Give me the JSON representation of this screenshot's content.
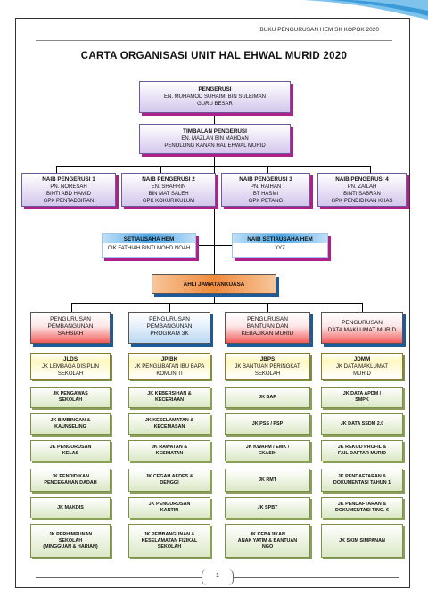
{
  "header": {
    "book_title": "BUKU PENGURUSAN HEM SK KOPOK 2020"
  },
  "title": "CARTA ORGANISASI UNIT HAL EHWAL MURID 2020",
  "pengerusi": {
    "title": "PENGERUSI",
    "name": "EN. MUHAMOD SUHAIMI BIN SULEIMAN",
    "role": "GURU BESAR"
  },
  "timbalan": {
    "title": "TIMBALAN PENGERUSI",
    "name": "EN. MAZLAN BIN MAHDAN",
    "role": "PENOLONG KANAN HAL EHWAL MURID"
  },
  "naib": [
    {
      "title": "NAIB PENGERUSI 1",
      "l1": "PN. NORESAH",
      "l2": "BINTI ABD HAMID",
      "l3": "GPK PENTADBIRAN"
    },
    {
      "title": "NAIB PENGERUSI 2",
      "l1": "EN. SHAHRIN",
      "l2": "BIN MAT SALEH",
      "l3": "GPK KOKURIKULUM"
    },
    {
      "title": "NAIB PENGERUSI 3",
      "l1": "PN. RAIHAN",
      "l2": "BT HASMI",
      "l3": "GPK PETANG"
    },
    {
      "title": "NAIB PENGERUSI 4",
      "l1": "PN. ZAILAH",
      "l2": "BINTI SABRAN",
      "l3": "GPK PENDIDIKAN KHAS"
    }
  ],
  "setiausaha": {
    "title": "SETIAUSAHA HEM",
    "name": "CIK FATHIAH BINTI MOHD NOAH"
  },
  "naib_setiausaha": {
    "title": "NAIB SETIAUSAHA HEM",
    "name": "XYZ"
  },
  "ajk": {
    "title": "AHLI JAWATANKUASA"
  },
  "categories": [
    {
      "l1": "PENGURUSAN",
      "l2": "PEMBANGUNAN",
      "l3": "SAHSIAH"
    },
    {
      "l1": "PENGURUSAN",
      "l2": "PEMBANGUNAN",
      "l3": "PROGRAM 3K"
    },
    {
      "l1": "PENGURUSAN",
      "l2": "BANTUAN DAN",
      "l3": "KEBAJIKAN MURID"
    },
    {
      "l1": "PENGURUSAN",
      "l2": "DATA MAKLUMAT MURID",
      "l3": ""
    }
  ],
  "committees": [
    {
      "code": "JLDS",
      "l1": "JK LEMBAGA DISIPLIN",
      "l2": "SEKOLAH"
    },
    {
      "code": "JPIBK",
      "l1": "JK PENGLIBATAN IBU BAPA",
      "l2": "KOMUNITI"
    },
    {
      "code": "JBPS",
      "l1": "JK BANTUAN PERINGKAT",
      "l2": "SEKOLAH"
    },
    {
      "code": "JDMM",
      "l1": "JK DATA MAKLUMAT",
      "l2": "MURID"
    }
  ],
  "columns": [
    [
      {
        "l1": "JK PENGAWAS",
        "l2": "SEKOLAH",
        "l3": ""
      },
      {
        "l1": "JK BIMBINGAN &",
        "l2": "KAUNSELING",
        "l3": ""
      },
      {
        "l1": "JK PENGURUSAN",
        "l2": "KELAS",
        "l3": ""
      },
      {
        "l1": "JK PENDIDIKAN",
        "l2": "PENCEGAHAN DADAH",
        "l3": ""
      },
      {
        "l1": "JK MAKDIS",
        "l2": "",
        "l3": ""
      },
      {
        "l1": "JK PERHIMPUNAN",
        "l2": "SEKOLAH",
        "l3": "(MINGGUAN & HARIAN)"
      }
    ],
    [
      {
        "l1": "JK KEBERSIHAN &",
        "l2": "KECERIAAN",
        "l3": ""
      },
      {
        "l1": "JK KESELAMATAN &",
        "l2": "KECEMASAN",
        "l3": ""
      },
      {
        "l1": "JK RAWATAN &",
        "l2": "KESIHATAN",
        "l3": ""
      },
      {
        "l1": "JK CEGAH AEDES &",
        "l2": "DENGGI",
        "l3": ""
      },
      {
        "l1": "JK PENGURUSAN",
        "l2": "KANTIN",
        "l3": ""
      },
      {
        "l1": "JK PEMBANGUNAN &",
        "l2": "KESELAMATAN FIZIKAL",
        "l3": "SEKOLAH"
      }
    ],
    [
      {
        "l1": "JK BAP",
        "l2": "",
        "l3": ""
      },
      {
        "l1": "JK PSS / PSP",
        "l2": "",
        "l3": ""
      },
      {
        "l1": "JK KWAPM / EMK /",
        "l2": "EKASIH",
        "l3": ""
      },
      {
        "l1": "JK RMT",
        "l2": "",
        "l3": ""
      },
      {
        "l1": "JK SPBT",
        "l2": "",
        "l3": ""
      },
      {
        "l1": "JK KEBAJIKAN",
        "l2": "ANAK YATIM & BANTUAN",
        "l3": "NGO"
      }
    ],
    [
      {
        "l1": "JK DATA APDM /",
        "l2": "SMPK",
        "l3": ""
      },
      {
        "l1": "JK DATA SSDM 2.0",
        "l2": "",
        "l3": ""
      },
      {
        "l1": "JK REKOD PROFIL &",
        "l2": "FAIL DAFTAR MURID",
        "l3": ""
      },
      {
        "l1": "JK PENDAFTARAN &",
        "l2": "DOKUMENTASI TAHUN 1",
        "l3": ""
      },
      {
        "l1": "JK PENDAFTARAN &",
        "l2": "DOKUMENTASI TING. 6",
        "l3": ""
      },
      {
        "l1": "JK SKIM SIMPANAN",
        "l2": "",
        "l3": ""
      }
    ]
  ],
  "footer": {
    "page_number": "1"
  }
}
